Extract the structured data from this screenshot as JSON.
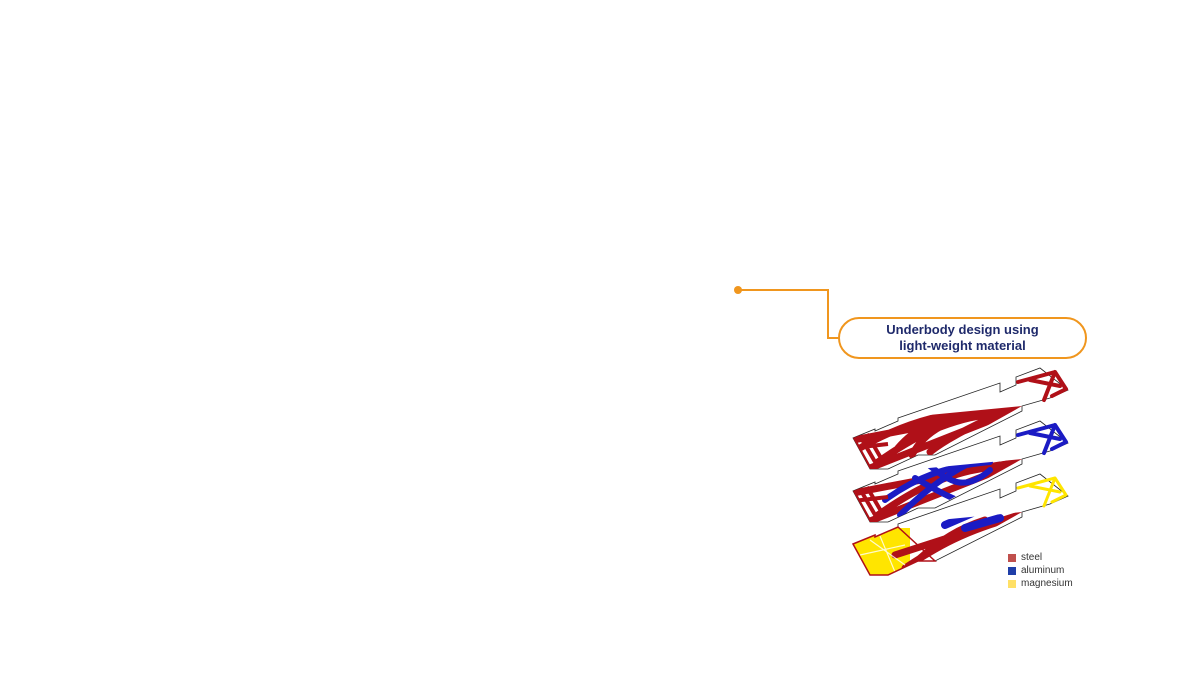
{
  "callout": {
    "line1": "Underbody design using",
    "line2": "light-weight material"
  },
  "colors": {
    "callout_accent": "#f0961e",
    "label_text": "#1f2a6b"
  },
  "legend": [
    {
      "label": "steel",
      "color": "#c0504d"
    },
    {
      "label": "aluminum",
      "color": "#1f3ea8"
    },
    {
      "label": "magnesium",
      "color": "#ffe066"
    }
  ]
}
